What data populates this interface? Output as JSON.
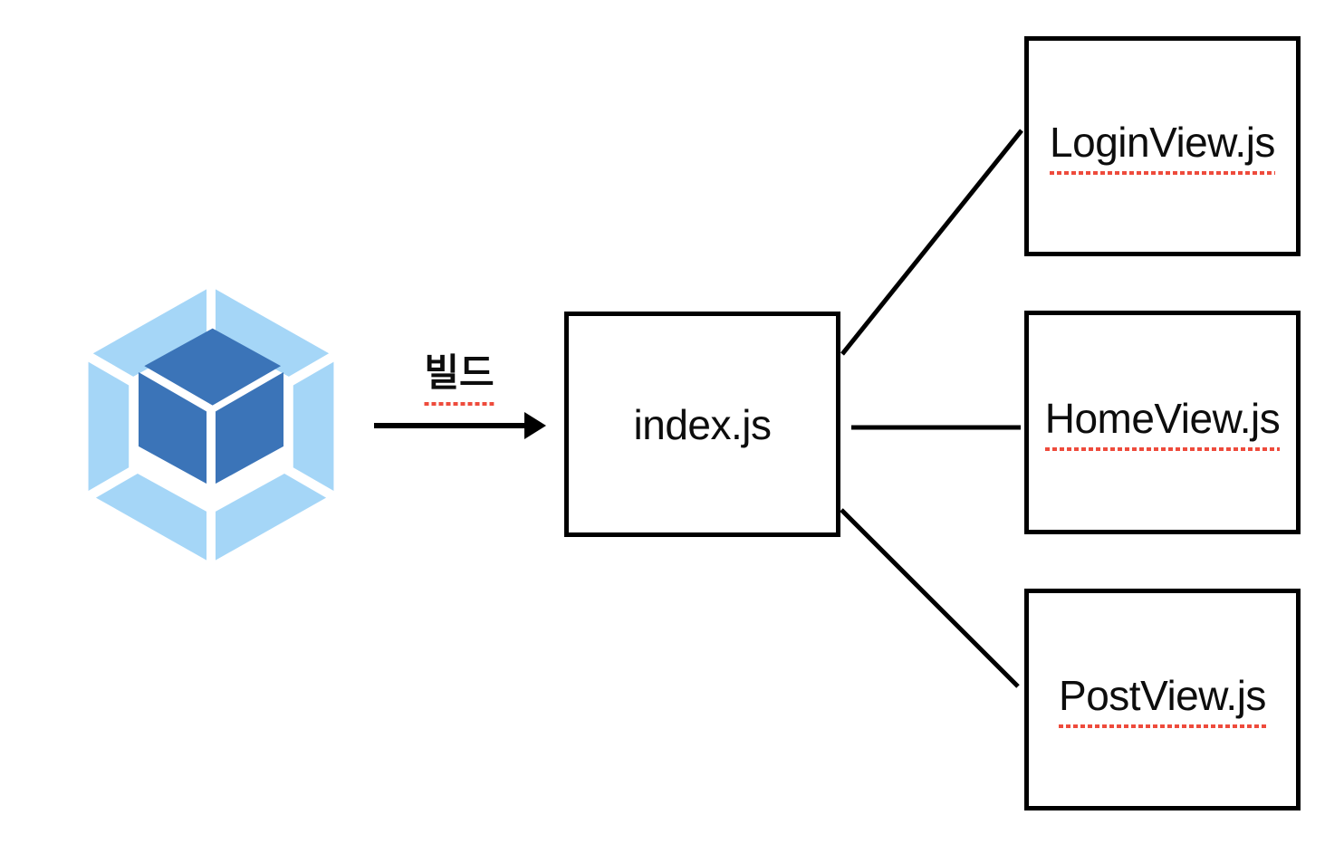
{
  "diagram": {
    "build_label": "빌드",
    "entry": {
      "label": "index.js"
    },
    "outputs": [
      {
        "label": "LoginView.js"
      },
      {
        "label": "HomeView.js"
      },
      {
        "label": "PostView.js"
      }
    ],
    "icons": {
      "logo": "webpack-logo",
      "arrow": "right-arrow"
    },
    "colors": {
      "logo_light_blue": "#a5d6f7",
      "logo_dark_blue": "#3b74b8",
      "line_black": "#000000",
      "spellcheck_red": "#ee4b3c",
      "background": "#ffffff"
    }
  }
}
